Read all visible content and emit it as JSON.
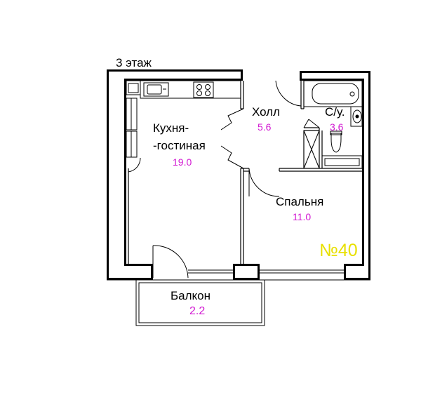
{
  "floor_label": "3 этаж",
  "apartment_number": "№40",
  "colors": {
    "wall": "#000000",
    "area_text": "#d21ad2",
    "apartment_number": "#e8e000"
  },
  "rooms": {
    "kitchen": {
      "name_line1": "Кухня-",
      "name_line2": "-гостиная",
      "area": "19.0"
    },
    "hall": {
      "name": "Холл",
      "area": "5.6"
    },
    "bathroom": {
      "name": "С/у.",
      "area": "3.6"
    },
    "bedroom": {
      "name": "Спальня",
      "area": "11.0"
    },
    "balcony": {
      "name": "Балкон",
      "area": "2.2"
    }
  }
}
